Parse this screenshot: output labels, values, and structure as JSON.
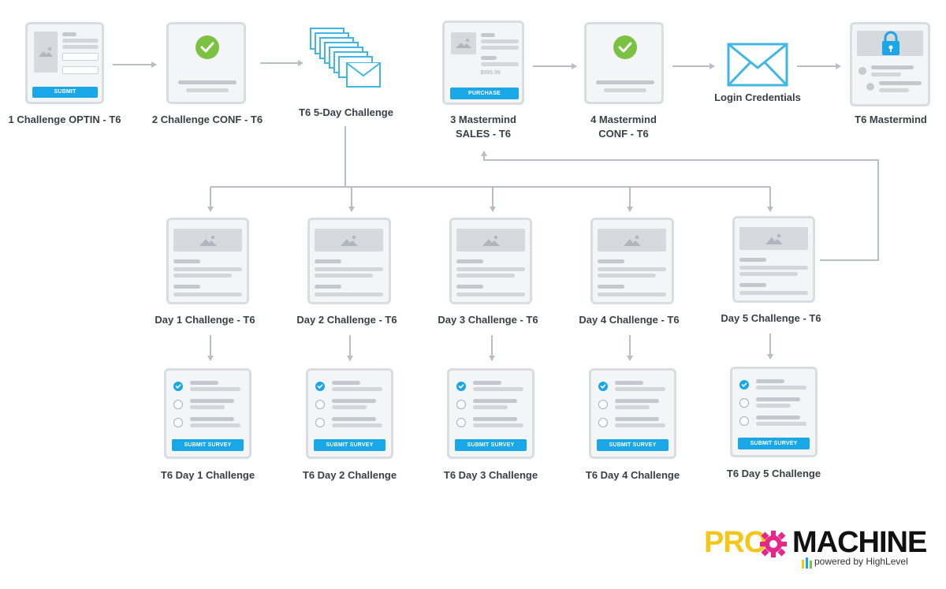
{
  "funnel": {
    "optin": {
      "label": "1 Challenge OPTIN - T6",
      "button": "SUBMIT"
    },
    "conf": {
      "label": "2 Challenge CONF - T6"
    },
    "emails": {
      "label": "T6 5-Day Challenge"
    },
    "sales": {
      "label_line1": "3 Mastermind",
      "label_line2": "SALES - T6",
      "price": "$999.99",
      "button": "PURCHASE"
    },
    "mm_conf": {
      "label_line1": "4 Mastermind",
      "label_line2": "CONF - T6"
    },
    "credentials": {
      "label": "Login Credentials"
    },
    "members": {
      "label": "T6 Mastermind"
    }
  },
  "days": [
    {
      "page_label": "Day 1 Challenge - T6",
      "survey_label": "T6 Day 1 Challenge",
      "button": "SUBMIT SURVEY"
    },
    {
      "page_label": "Day 2 Challenge - T6",
      "survey_label": "T6 Day 2 Challenge",
      "button": "SUBMIT SURVEY"
    },
    {
      "page_label": "Day 3 Challenge - T6",
      "survey_label": "T6 Day 3 Challenge",
      "button": "SUBMIT SURVEY"
    },
    {
      "page_label": "Day 4 Challenge - T6",
      "survey_label": "T6 Day 4 Challenge",
      "button": "SUBMIT SURVEY"
    },
    {
      "page_label": "Day 5 Challenge - T6",
      "survey_label": "T6 Day 5 Challenge",
      "button": "SUBMIT SURVEY"
    }
  ],
  "logo": {
    "brand_left": "PRO",
    "brand_right": "MACHINE",
    "tagline": "powered by HighLevel"
  },
  "colors": {
    "accent": "#1aa7e8",
    "check": "#7cc242",
    "card_border": "#d9dce1",
    "connector": "#b9bdc4",
    "logo_yellow": "#f5c518"
  }
}
